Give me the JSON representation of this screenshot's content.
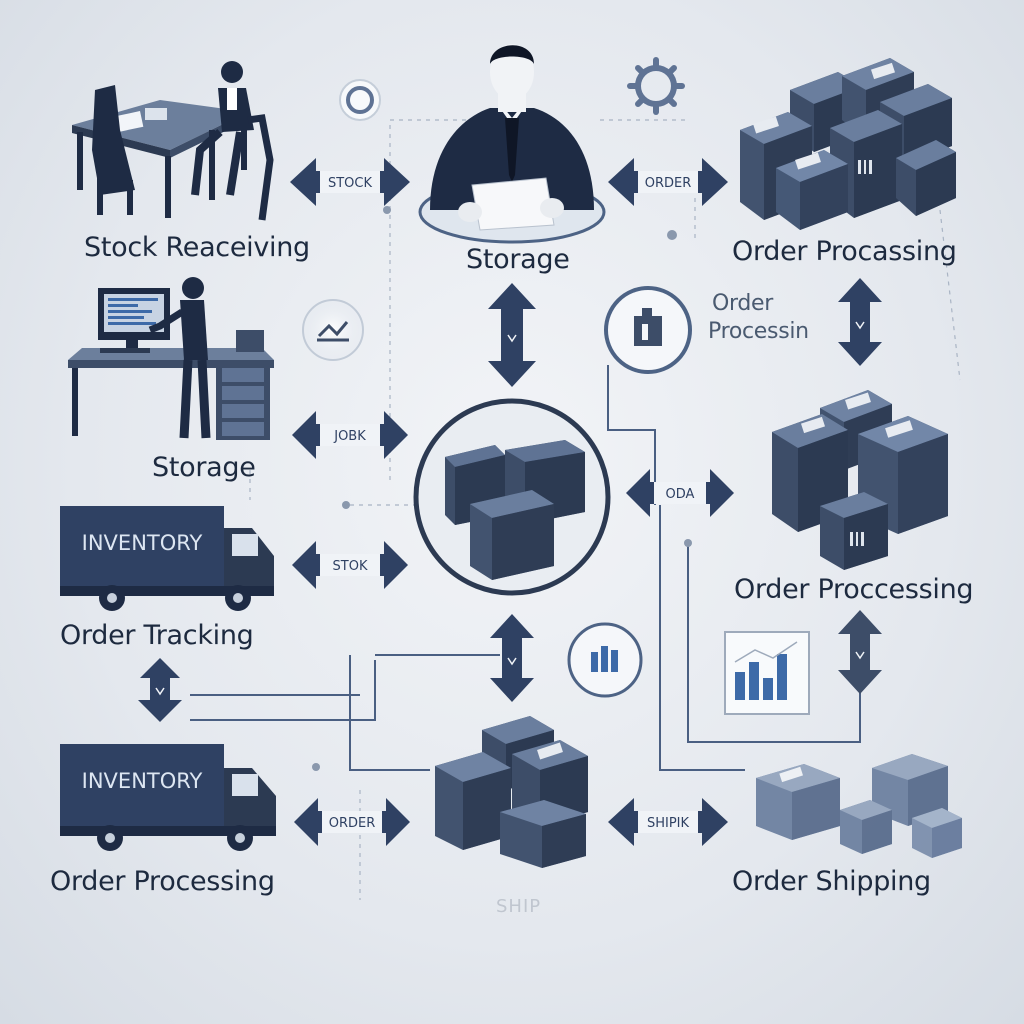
{
  "labels": {
    "stock_receiving": "Stock Reaceiving",
    "storage_top": "Storage",
    "order_processing_top": "Order Procassing",
    "order_processing_small_1": "Order",
    "order_processing_small_2": "Processin",
    "storage_left": "Storage",
    "order_tracking": "Order  Tracking",
    "order_processing_mid": "Order Proccessing",
    "order_processing_bottom": "Order Processing",
    "order_shipping": "Order Shipping",
    "faint_bottom": "SHIP"
  },
  "arrows": {
    "stock_top": "STOCK",
    "order_top": "ORDER",
    "jork": "JOBK",
    "oda": "ODA",
    "stok": "STOK",
    "order_bottom": "ORDER",
    "shipping": "SHIPIK"
  },
  "trucks": {
    "top": "INVENTORY",
    "bottom": "INVENTORY"
  },
  "colors": {
    "navy": "#1e2b44",
    "steel": "#4d6385",
    "box_front": "#3d4d68",
    "box_side": "#2c3a52",
    "box_top": "#5f7394",
    "line": "#4a5f82",
    "accent_blue": "#3d6aa8"
  }
}
